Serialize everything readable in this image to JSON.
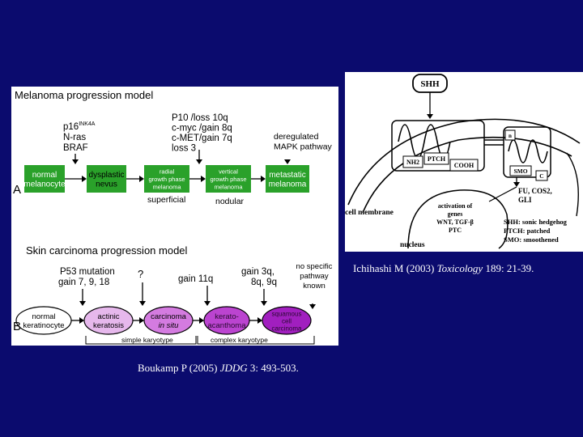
{
  "melanoma": {
    "title": "Melanoma progression model",
    "panel_letter": "A",
    "mutations_col1": [
      "p16",
      "N-ras",
      "BRAF"
    ],
    "p16_superscript": "INK4A",
    "mutations_col2": [
      "P10     /loss 10q",
      "c-myc /gain 8q",
      "c-MET/gain 7q",
      "loss 3"
    ],
    "mutations_col3": [
      "deregulated",
      "MAPK pathway"
    ],
    "stages": [
      {
        "lines": [
          "normal",
          "melanocyte"
        ]
      },
      {
        "lines": [
          "dysplastic",
          "nevus"
        ]
      },
      {
        "lines": [
          "radial",
          "growth phase",
          "melanoma"
        ]
      },
      {
        "lines": [
          "vertical",
          "growth phase",
          "melanoma"
        ]
      },
      {
        "lines": [
          "metastatic",
          "melanoma"
        ]
      }
    ],
    "phase_labels": [
      "superficial",
      "nodular"
    ],
    "colors": {
      "box": "#2aa12a",
      "text": "#ffffff",
      "dark_text": "#000000"
    }
  },
  "skin": {
    "title": "Skin carcinoma progression model",
    "panel_letter": "B",
    "annotations": [
      {
        "lines": [
          "P53 mutation",
          "gain 7, 9, 18"
        ]
      },
      {
        "lines": [
          "?"
        ]
      },
      {
        "lines": [
          "gain 11q"
        ]
      },
      {
        "lines": [
          "gain 3q,",
          "8q, 9q"
        ]
      },
      {
        "lines": [
          "no specific",
          "pathway",
          "known"
        ]
      }
    ],
    "stages": [
      {
        "lines": [
          "normal",
          "keratinocyte"
        ],
        "color": "#ffffff",
        "italic_second": false
      },
      {
        "lines": [
          "actinic",
          "keratosis"
        ],
        "color": "#e6b8ec",
        "italic_second": false
      },
      {
        "lines": [
          "carcinoma",
          "in situ"
        ],
        "color": "#d47be0",
        "italic_second": true
      },
      {
        "lines": [
          "kerato-",
          "acanthoma"
        ],
        "color": "#bb44d0",
        "italic_second": false
      },
      {
        "lines": [
          "squamous",
          "cell",
          "carcinoma"
        ],
        "color": "#a11fbf",
        "italic_second": false
      }
    ],
    "karyotype_labels": [
      "simple karyotype",
      "complex karyotype"
    ]
  },
  "hedgehog": {
    "ligand": "SHH",
    "ptch_labels": [
      "NH2",
      "PTCH",
      "COOH"
    ],
    "smo_label": "SMO",
    "c_label": "C",
    "n_label": "n",
    "target_genes": [
      "FU, COS2,",
      "GLI"
    ],
    "activation_lines": [
      "activation of",
      "genes",
      "WNT, TGF-β",
      "PTC"
    ],
    "membrane_label": "cell membrane",
    "nucleus_label": "nucleus",
    "legend": [
      "SHH: sonic hedgehog",
      "PTCH: patched",
      "SMO: smoothened"
    ]
  },
  "captions": {
    "left": {
      "author": "Boukamp P (2005) ",
      "journal": "JDDG",
      "rest": " 3: 493-503."
    },
    "right": {
      "author": "Ichihashi M (2003) ",
      "journal": "Toxicology",
      "rest": " 189: 21-39."
    }
  }
}
